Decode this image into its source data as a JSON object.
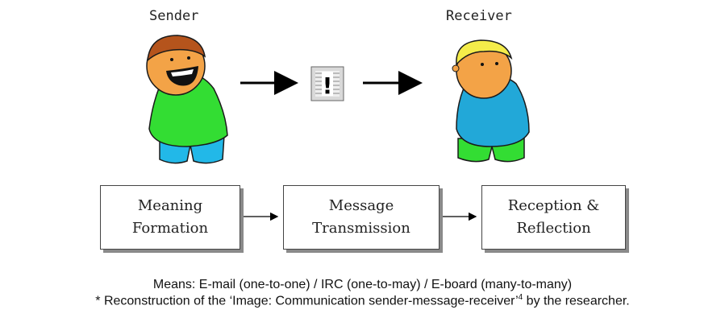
{
  "figure": {
    "sender_label": "Sender",
    "receiver_label": "Receiver",
    "boxes": [
      {
        "line1": "Meaning",
        "line2": "Formation"
      },
      {
        "line1": "Message",
        "line2": "Transmission"
      },
      {
        "line1": "Reception &",
        "line2": "Reflection"
      }
    ],
    "message_icon_symbol": "!",
    "caption_line1": "Means: E-mail (one-to-one) / IRC (one-to-may) / E-board (many-to-many)",
    "caption_line2_prefix": "* Reconstruction of the ‘Image: Communication sender-message-receiver’",
    "caption_line2_sup": "4",
    "caption_line2_suffix": " by the researcher."
  },
  "colors": {
    "sender_shirt": "#33dd33",
    "sender_pants": "#22b8e8",
    "receiver_shirt": "#22a8d8",
    "receiver_pants": "#33dd33",
    "skin": "#f3a347",
    "sender_hair": "#b5541c",
    "receiver_hair": "#f4ec4a"
  }
}
